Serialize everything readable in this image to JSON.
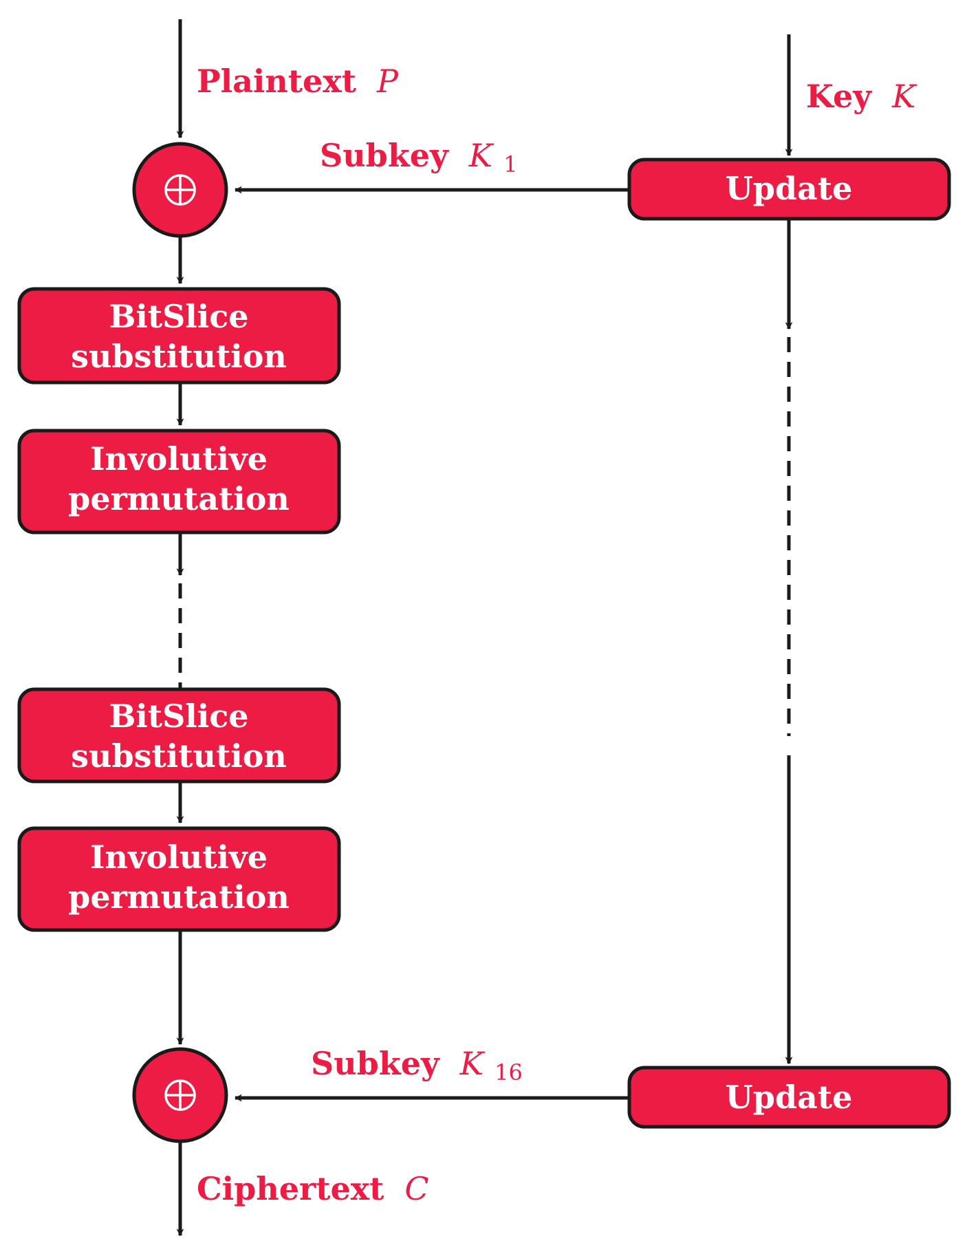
{
  "colors": {
    "box_fill": "#ed1c45",
    "stroke": "#1a1a1a",
    "label_text": "#ed1c45",
    "box_text": "#ffffff"
  },
  "labels": {
    "plaintext": "Plaintext",
    "plaintext_var": "P",
    "key": "Key",
    "key_var": "K",
    "subkey_first": "Subkey",
    "subkey_first_var": "K",
    "subkey_first_sub": "1",
    "subkey_last": "Subkey",
    "subkey_last_var": "K",
    "subkey_last_sub": "16",
    "ciphertext": "Ciphertext",
    "ciphertext_var": "C"
  },
  "xor_symbol": "⊕",
  "boxes": {
    "update_top": "Update",
    "update_bottom": "Update",
    "bitslice_1_line1": "BitSlice",
    "bitslice_1_line2": "substitution",
    "permutation_1_line1": "Involutive",
    "permutation_1_line2": "permutation",
    "bitslice_2_line1": "BitSlice",
    "bitslice_2_line2": "substitution",
    "permutation_2_line1": "Involutive",
    "permutation_2_line2": "permutation"
  }
}
